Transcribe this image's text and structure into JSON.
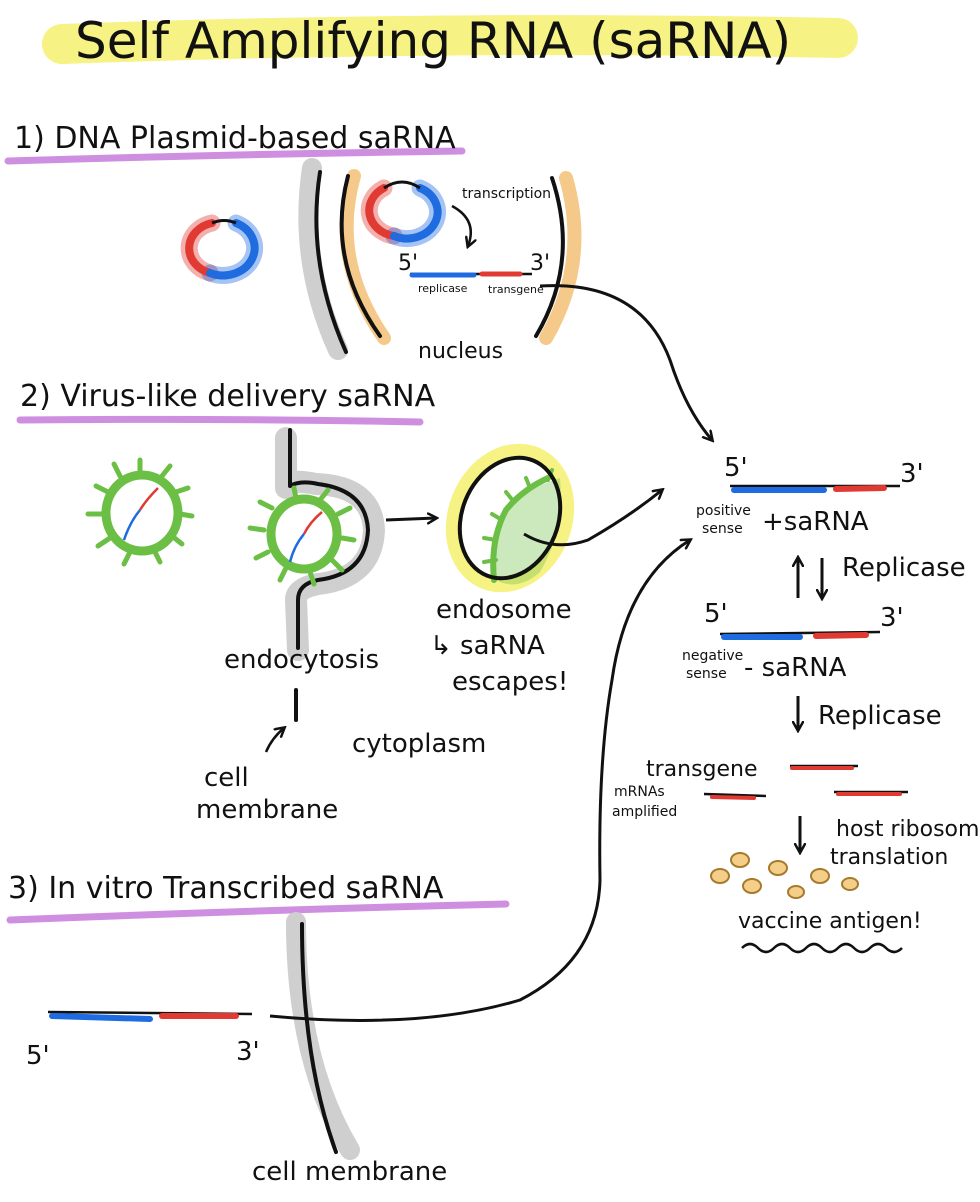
{
  "title": "Self Amplifying RNA (saRNA)",
  "colors": {
    "title_highlight": "#f6f283",
    "section_underline": "#cf8fe0",
    "replicase_blue": "#1f6be0",
    "transgene_red": "#e03a33",
    "capsid_green": "#6cbf45",
    "nucleus_orange": "#f5c98a",
    "membrane_gray": "#cfcfcf",
    "antigen_fill": "#f5cf8a"
  },
  "section1": {
    "heading": "1) DNA Plasmid-based saRNA",
    "transcription": "transcription",
    "five_prime": "5'",
    "three_prime": "3'",
    "replicase": "replicase",
    "transgene": "transgene",
    "nucleus": "nucleus"
  },
  "section2": {
    "heading": "2) Virus-like delivery saRNA",
    "endosome": "endosome",
    "escape_line1": "↳ saRNA",
    "escape_line2": "escapes!",
    "endocytosis": "endocytosis",
    "cell_line1": "cell",
    "cell_line2": "membrane",
    "cytoplasm": "cytoplasm"
  },
  "section3": {
    "heading": "3) In vitro Transcribed saRNA",
    "five_prime": "5'",
    "three_prime": "3'",
    "cell_membrane": "cell membrane"
  },
  "right_panel": {
    "pos_five": "5'",
    "pos_three": "3'",
    "positive_line1": "positive",
    "positive_line2": "sense",
    "plus_sarna": "+saRNA",
    "replicase1": "Replicase",
    "neg_five": "5'",
    "neg_three": "3'",
    "negative_line1": "negative",
    "negative_line2": "sense",
    "minus_sarna": "- saRNA",
    "replicase2": "Replicase",
    "amp_line1": "transgene",
    "amp_line2": "mRNAs",
    "amp_line3": "amplified",
    "host_ribosomes": "host ribosomes",
    "translation": "translation",
    "vaccine": "vaccine antigen!"
  }
}
